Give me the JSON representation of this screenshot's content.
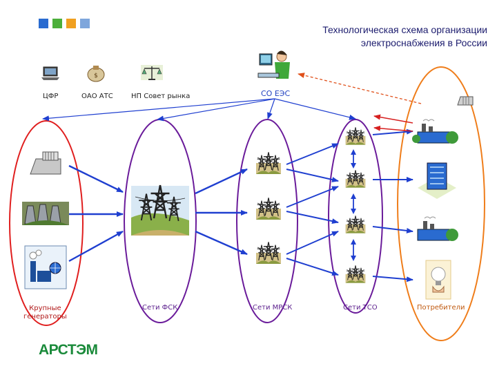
{
  "title_line1": "Технологическая схема организации",
  "title_line2": "электроснабжения в России",
  "top_labels": {
    "cfr": "ЦФР",
    "ats": "ОАО АТС",
    "np": "НП Совет рынка",
    "so": "СО ЕЭС"
  },
  "groups": {
    "generators": [
      "Крупные",
      "генераторы"
    ],
    "fsk": "Сети ФСК",
    "mrsk": "Сети МРСК",
    "tso": "Сети ТСО",
    "consumers": "Потребители"
  },
  "logo": "АРСТЭМ",
  "colors": {
    "red": "#e01e1e",
    "purple": "#6a1b9a",
    "orange": "#ef7d1a",
    "arrow_blue": "#1f3fd0",
    "arrow_red": "#d61f1f",
    "brand_green": "#1a8a3a"
  },
  "decor_squares": [
    "#2a6bd0",
    "#4caf3a",
    "#f0a020",
    "#7ea6dc"
  ]
}
